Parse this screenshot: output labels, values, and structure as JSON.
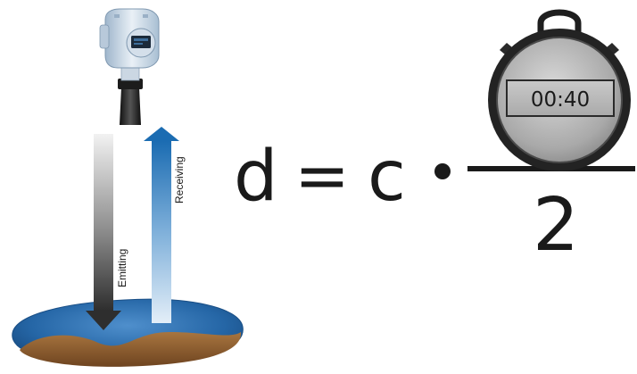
{
  "diagram": {
    "emitting_label": "Emitting",
    "receiving_label": "Receiving",
    "formula": {
      "lhs": "d",
      "equals": "=",
      "factor": "c",
      "denominator": "2"
    },
    "stopwatch": {
      "time": "00:40"
    },
    "colors": {
      "emit_arrow_dark": "#333333",
      "emit_arrow_light": "#e6e6e6",
      "receive_arrow_dark": "#1d6fb3",
      "receive_arrow_light": "#d7e7f5",
      "liquid_blue": "#2a6db0",
      "earth_brown": "#8b5a2b",
      "formula_text": "#1a1a1a"
    }
  }
}
